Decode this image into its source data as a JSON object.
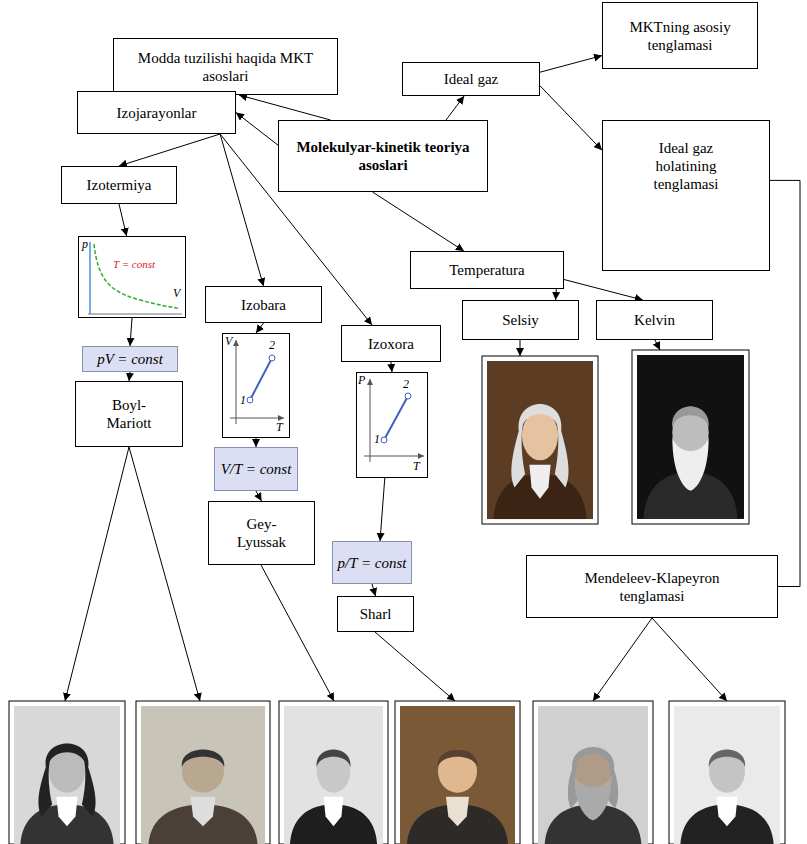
{
  "diagram": {
    "nodes": [
      {
        "text": [
          "Modda tuzilishi haqida MKT asoslari"
        ]
      },
      {
        "text": [
          "Ideal gaz"
        ]
      },
      {
        "text": [
          "MKTning asosiy tenglamasi"
        ]
      },
      {
        "text": [
          "Izojarayonlar"
        ]
      },
      {
        "text": [
          "Molekulyar-kinetik teoriya asoslari"
        ]
      },
      {
        "text": [
          "Ideal gaz holatining tenglamasi"
        ]
      },
      {
        "text": [
          "Izotermiya"
        ]
      },
      {
        "text": [
          "Temperatura"
        ]
      },
      {
        "text": [
          "p",
          "V",
          "T = const"
        ]
      },
      {
        "text": [
          "Izobara"
        ]
      },
      {
        "text": [
          "Selsiy"
        ]
      },
      {
        "text": [
          "Kelvin"
        ]
      },
      {
        "text": [
          "Izoxora"
        ]
      },
      {
        "text": [
          "V",
          "T",
          "1",
          "2"
        ]
      },
      {
        "text": [
          "pV = const"
        ]
      },
      {
        "text": [
          "P",
          "T",
          "1",
          "2"
        ]
      },
      {
        "text": [
          "Boyl- Mariott"
        ]
      },
      {
        "text": [
          "V/T = const"
        ]
      },
      {
        "text": [
          "Gey- Lyussak"
        ]
      },
      {
        "text": [
          "p/T = const"
        ]
      },
      {
        "text": [
          "Mendeleev-Klapeyron tenglamasi"
        ]
      },
      {
        "text": [
          "Sharl"
        ]
      }
    ],
    "edges": [
      {
        "from": 4,
        "to": 0,
        "arrow": "to"
      },
      {
        "from": 4,
        "to": 1,
        "arrow": "to"
      },
      {
        "from": 1,
        "to": 2,
        "arrow": "to"
      },
      {
        "from": 1,
        "to": 5,
        "arrow": "to"
      },
      {
        "from": 4,
        "to": 3,
        "arrow": "to"
      },
      {
        "from": 4,
        "to": 7,
        "arrow": "to"
      },
      {
        "from": 3,
        "to": 6,
        "arrow": "to"
      },
      {
        "from": 3,
        "to": 9,
        "arrow": "to"
      },
      {
        "from": 3,
        "to": 12,
        "arrow": "to"
      },
      {
        "from": 6,
        "to": 8,
        "arrow": "to"
      },
      {
        "from": 8,
        "to": 14,
        "arrow": "to"
      },
      {
        "from": 14,
        "to": 16,
        "arrow": "to"
      },
      {
        "from": 9,
        "to": 13,
        "arrow": "to"
      },
      {
        "from": 13,
        "to": 17,
        "arrow": "to"
      },
      {
        "from": 17,
        "to": 18,
        "arrow": "to"
      },
      {
        "from": 12,
        "to": 15,
        "arrow": "to"
      },
      {
        "from": 15,
        "to": 19,
        "arrow": "to"
      },
      {
        "from": 19,
        "to": 21,
        "arrow": "to"
      },
      {
        "from": 7,
        "to": 10,
        "arrow": "to"
      },
      {
        "from": 7,
        "to": 11,
        "arrow": "to"
      },
      {
        "from": 5,
        "to": 20,
        "arrow": "none"
      }
    ]
  }
}
